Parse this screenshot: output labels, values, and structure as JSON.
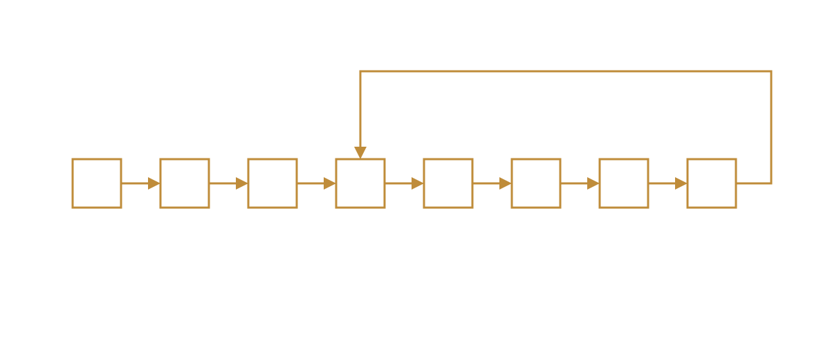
{
  "diagram": {
    "type": "linked-list-with-cycle",
    "stroke_color": "#BF8C3A",
    "node_count": 8,
    "nodes": [
      {
        "id": "node-1"
      },
      {
        "id": "node-2"
      },
      {
        "id": "node-3"
      },
      {
        "id": "node-4"
      },
      {
        "id": "node-5"
      },
      {
        "id": "node-6"
      },
      {
        "id": "node-7"
      },
      {
        "id": "node-8"
      }
    ],
    "edges": [
      {
        "from": "node-1",
        "to": "node-2"
      },
      {
        "from": "node-2",
        "to": "node-3"
      },
      {
        "from": "node-3",
        "to": "node-4"
      },
      {
        "from": "node-4",
        "to": "node-5"
      },
      {
        "from": "node-5",
        "to": "node-6"
      },
      {
        "from": "node-6",
        "to": "node-7"
      },
      {
        "from": "node-7",
        "to": "node-8"
      }
    ],
    "cycle_edge": {
      "from": "node-8",
      "to": "node-4"
    }
  }
}
